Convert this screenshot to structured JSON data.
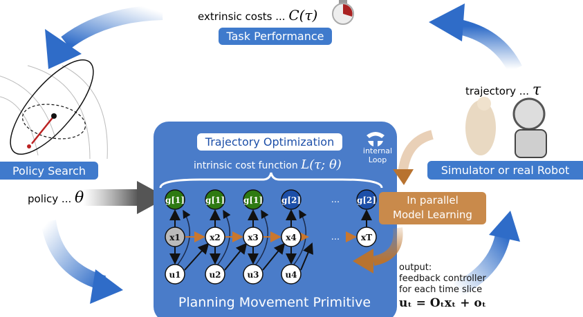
{
  "top": {
    "extrinsic_text": "extrinsic costs ...",
    "extrinsic_math": "C(τ)",
    "task_performance": "Task Performance"
  },
  "left": {
    "policy_search": "Policy Search",
    "policy_text": "policy ...",
    "policy_math": "θ"
  },
  "right": {
    "trajectory_text": "trajectory ...",
    "trajectory_math": "τ",
    "simulator": "Simulator or real Robot"
  },
  "main": {
    "title": "Trajectory Optimization",
    "intrinsic_text": "intrinsic cost function",
    "intrinsic_math": "L(τ; θ)",
    "internal_loop": [
      "internal",
      "Loop"
    ],
    "footer": "Planning Movement Primitive",
    "g_nodes": [
      "g[1]",
      "g[1]",
      "g[1]",
      "g[2]",
      "g[2]"
    ],
    "x_nodes": [
      "x1",
      "x2",
      "x3",
      "x4",
      "xT"
    ],
    "u_nodes": [
      "u1",
      "u2",
      "u3",
      "u4"
    ],
    "ellipsis": "..."
  },
  "model_learning": [
    "In parallel",
    "Model Learning"
  ],
  "output": {
    "lines": [
      "output:",
      "feedback controller",
      "for each time slice"
    ],
    "formula": "uₜ = Oₜxₜ + oₜ"
  },
  "colors": {
    "blue": "#3f7acc",
    "panel": "#4a7cc9",
    "green": "#2e7a12",
    "darkblue": "#1d4fa8",
    "orange": "#c98a4b"
  }
}
